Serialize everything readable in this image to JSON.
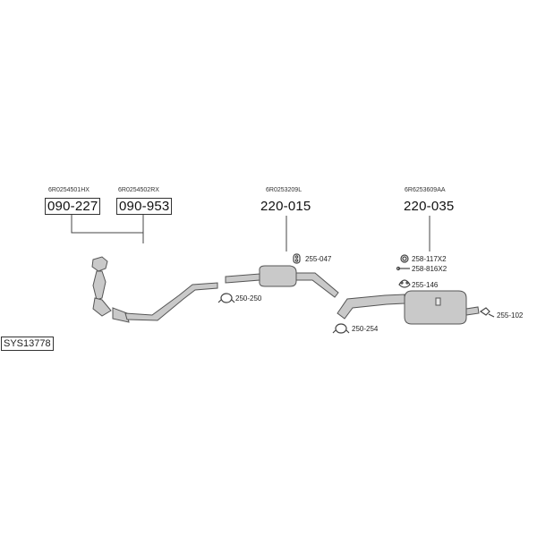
{
  "system_code": "SYS13778",
  "groups": [
    {
      "oem_numbers": [
        "6R0254501HX",
        "6R0254502RX"
      ],
      "part_numbers": [
        "090-227",
        "090-953"
      ]
    },
    {
      "oem_numbers": [
        "6R0253209L"
      ],
      "part_numbers": [
        "220-015"
      ]
    },
    {
      "oem_numbers": [
        "6R6253609AA"
      ],
      "part_numbers": [
        "220-035"
      ]
    }
  ],
  "accessories": {
    "hanger_front": "255-047",
    "clamp_front": "250-250",
    "clamp_mid": "250-254",
    "ring": "258-117X2",
    "bolt": "258-816X2",
    "hanger_rear": "255-146",
    "tail_bracket": "255-102"
  },
  "colors": {
    "part_fill": "#c9c9c9",
    "part_stroke": "#555555",
    "line": "#444444"
  }
}
